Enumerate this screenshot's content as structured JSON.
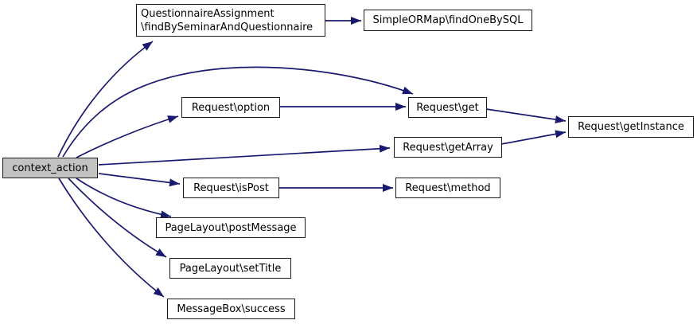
{
  "graph": {
    "type": "call-graph",
    "focus_node": "context_action",
    "colors": {
      "edge": "#191970",
      "node_border": "#1c1c1c",
      "node_fill": "#ffffff",
      "focus_node_fill": "#c2c2c2",
      "text": "#000000",
      "background": "#ffffff"
    },
    "nodes": [
      {
        "id": "context_action",
        "label": "context_action"
      },
      {
        "id": "QuestionnaireAssignment\\findBySeminarAndQuestionnaire",
        "label": "QuestionnaireAssignment\\findBySeminarAndQuestionnaire",
        "lines": [
          "QuestionnaireAssignment",
          "\\findBySeminarAndQuestionnaire"
        ]
      },
      {
        "id": "SimpleORMap\\findOneBySQL",
        "label": "SimpleORMap\\findOneBySQL"
      },
      {
        "id": "Request\\option",
        "label": "Request\\option"
      },
      {
        "id": "Request\\get",
        "label": "Request\\get"
      },
      {
        "id": "Request\\getInstance",
        "label": "Request\\getInstance"
      },
      {
        "id": "Request\\getArray",
        "label": "Request\\getArray"
      },
      {
        "id": "Request\\isPost",
        "label": "Request\\isPost"
      },
      {
        "id": "Request\\method",
        "label": "Request\\method"
      },
      {
        "id": "PageLayout\\postMessage",
        "label": "PageLayout\\postMessage"
      },
      {
        "id": "PageLayout\\setTitle",
        "label": "PageLayout\\setTitle"
      },
      {
        "id": "MessageBox\\success",
        "label": "MessageBox\\success"
      }
    ],
    "edges": [
      {
        "from": "context_action",
        "to": "QuestionnaireAssignment\\findBySeminarAndQuestionnaire"
      },
      {
        "from": "context_action",
        "to": "Request\\get"
      },
      {
        "from": "context_action",
        "to": "Request\\option"
      },
      {
        "from": "context_action",
        "to": "Request\\getArray"
      },
      {
        "from": "context_action",
        "to": "Request\\isPost"
      },
      {
        "from": "context_action",
        "to": "PageLayout\\postMessage"
      },
      {
        "from": "context_action",
        "to": "PageLayout\\setTitle"
      },
      {
        "from": "context_action",
        "to": "MessageBox\\success"
      },
      {
        "from": "QuestionnaireAssignment\\findBySeminarAndQuestionnaire",
        "to": "SimpleORMap\\findOneBySQL"
      },
      {
        "from": "Request\\option",
        "to": "Request\\get"
      },
      {
        "from": "Request\\get",
        "to": "Request\\getInstance"
      },
      {
        "from": "Request\\getArray",
        "to": "Request\\getInstance"
      },
      {
        "from": "Request\\isPost",
        "to": "Request\\method"
      }
    ]
  }
}
